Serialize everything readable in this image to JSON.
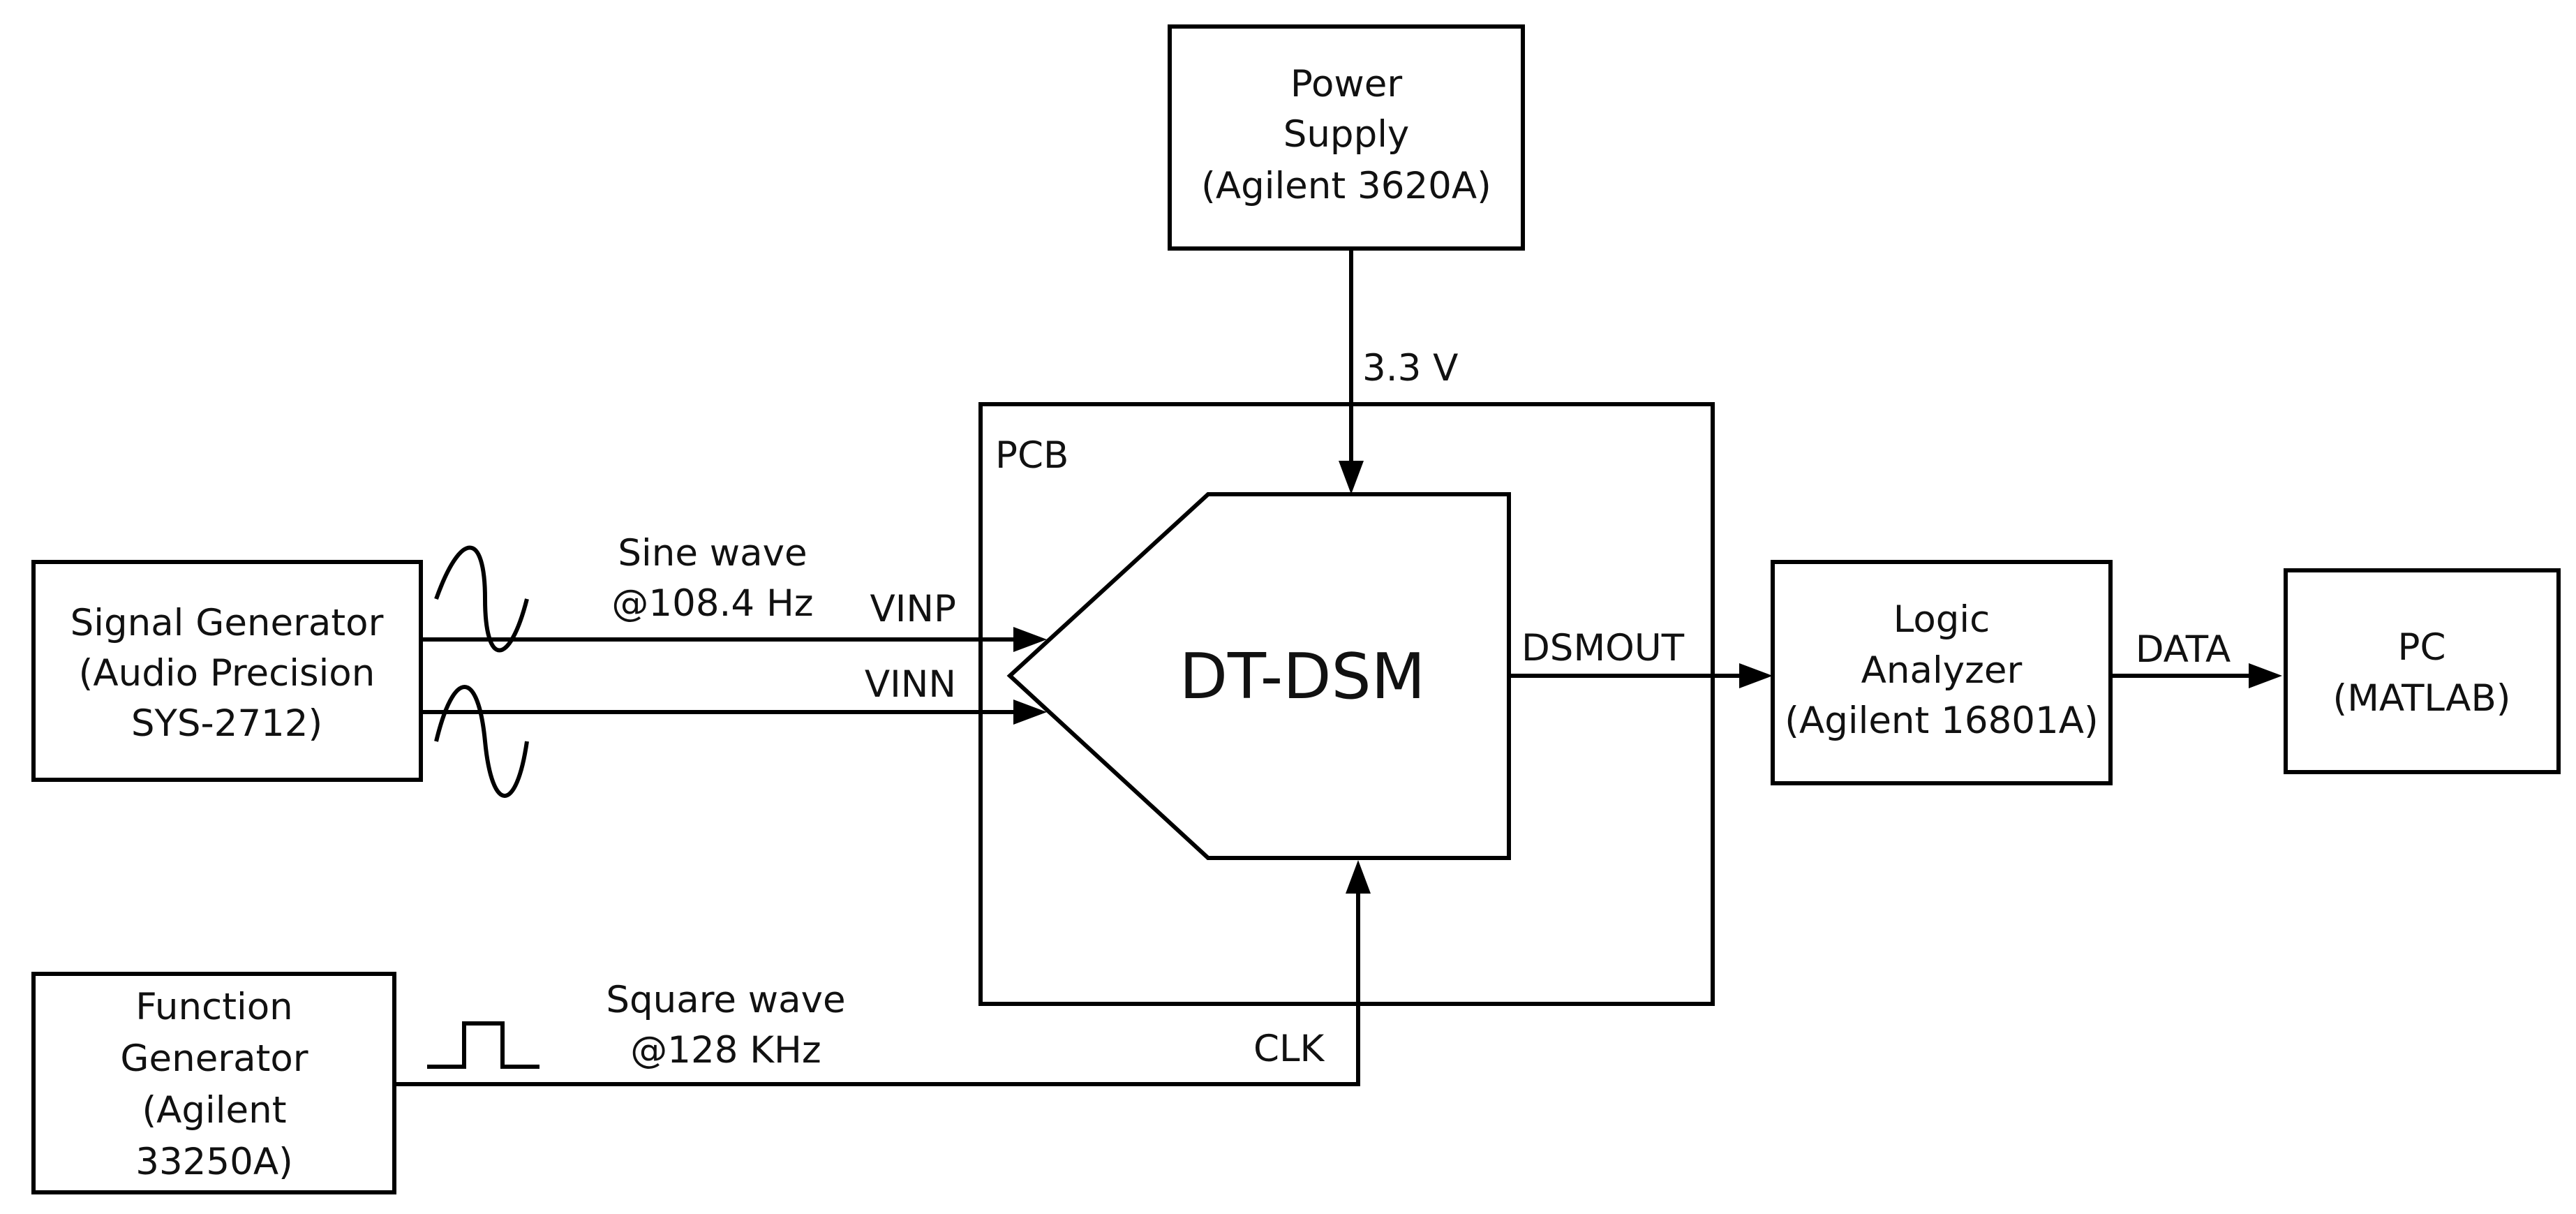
{
  "blocks": {
    "power_supply": [
      "Power",
      "Supply",
      "(Agilent 3620A)"
    ],
    "signal_generator": [
      "Signal Generator",
      "(Audio Precision",
      "SYS-2712)"
    ],
    "function_generator": [
      "Function",
      "Generator",
      "(Agilent",
      "33250A)"
    ],
    "pcb": "PCB",
    "dt_dsm": "DT-DSM",
    "logic_analyzer": [
      "Logic",
      "Analyzer",
      "(Agilent 16801A)"
    ],
    "pc": [
      "PC",
      "(MATLAB)"
    ]
  },
  "signals": {
    "supply_voltage": "3.3 V",
    "sine_wave": [
      "Sine wave",
      "@108.4 Hz"
    ],
    "vinp": "VINP",
    "vinn": "VINN",
    "square_wave": [
      "Square wave",
      "@128 KHz"
    ],
    "clk": "CLK",
    "dsmout": "DSMOUT",
    "data": "DATA"
  },
  "colors": {
    "line": "#000000",
    "background": "#ffffff"
  }
}
